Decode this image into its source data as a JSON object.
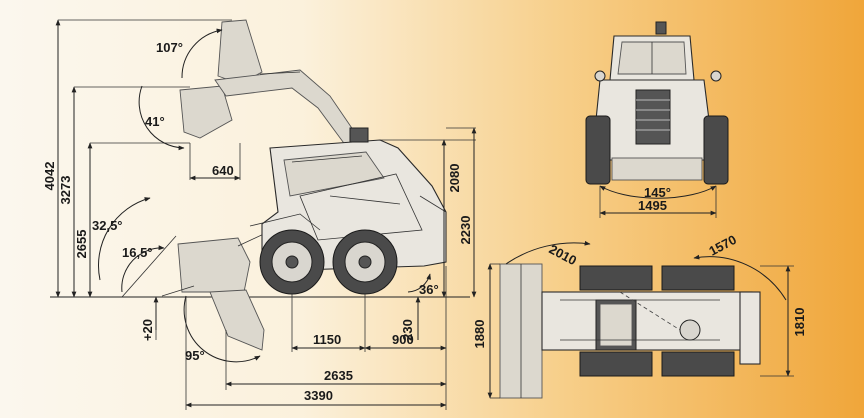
{
  "colors": {
    "background_left": "#fbf7ee",
    "background_right": "#f0a63a",
    "line": "#222222",
    "machine_body": "#e9e6df",
    "tire": "#4a4a4a"
  },
  "side_view": {
    "heights": [
      "4042",
      "3273",
      "2655",
      "2080",
      "2230"
    ],
    "angles": [
      "107°",
      "41°",
      "32,5°",
      "16,5°",
      "95°",
      "36°"
    ],
    "reach": "640",
    "ground_clearance": "230",
    "below_ground": "+20",
    "lengths": [
      "1150",
      "900",
      "2635",
      "3390"
    ]
  },
  "front_view": {
    "steer_angle": "145°",
    "track_width": "1495"
  },
  "top_view": {
    "turn_radii": [
      "2010",
      "1570"
    ],
    "widths": [
      "1880",
      "1810"
    ]
  }
}
